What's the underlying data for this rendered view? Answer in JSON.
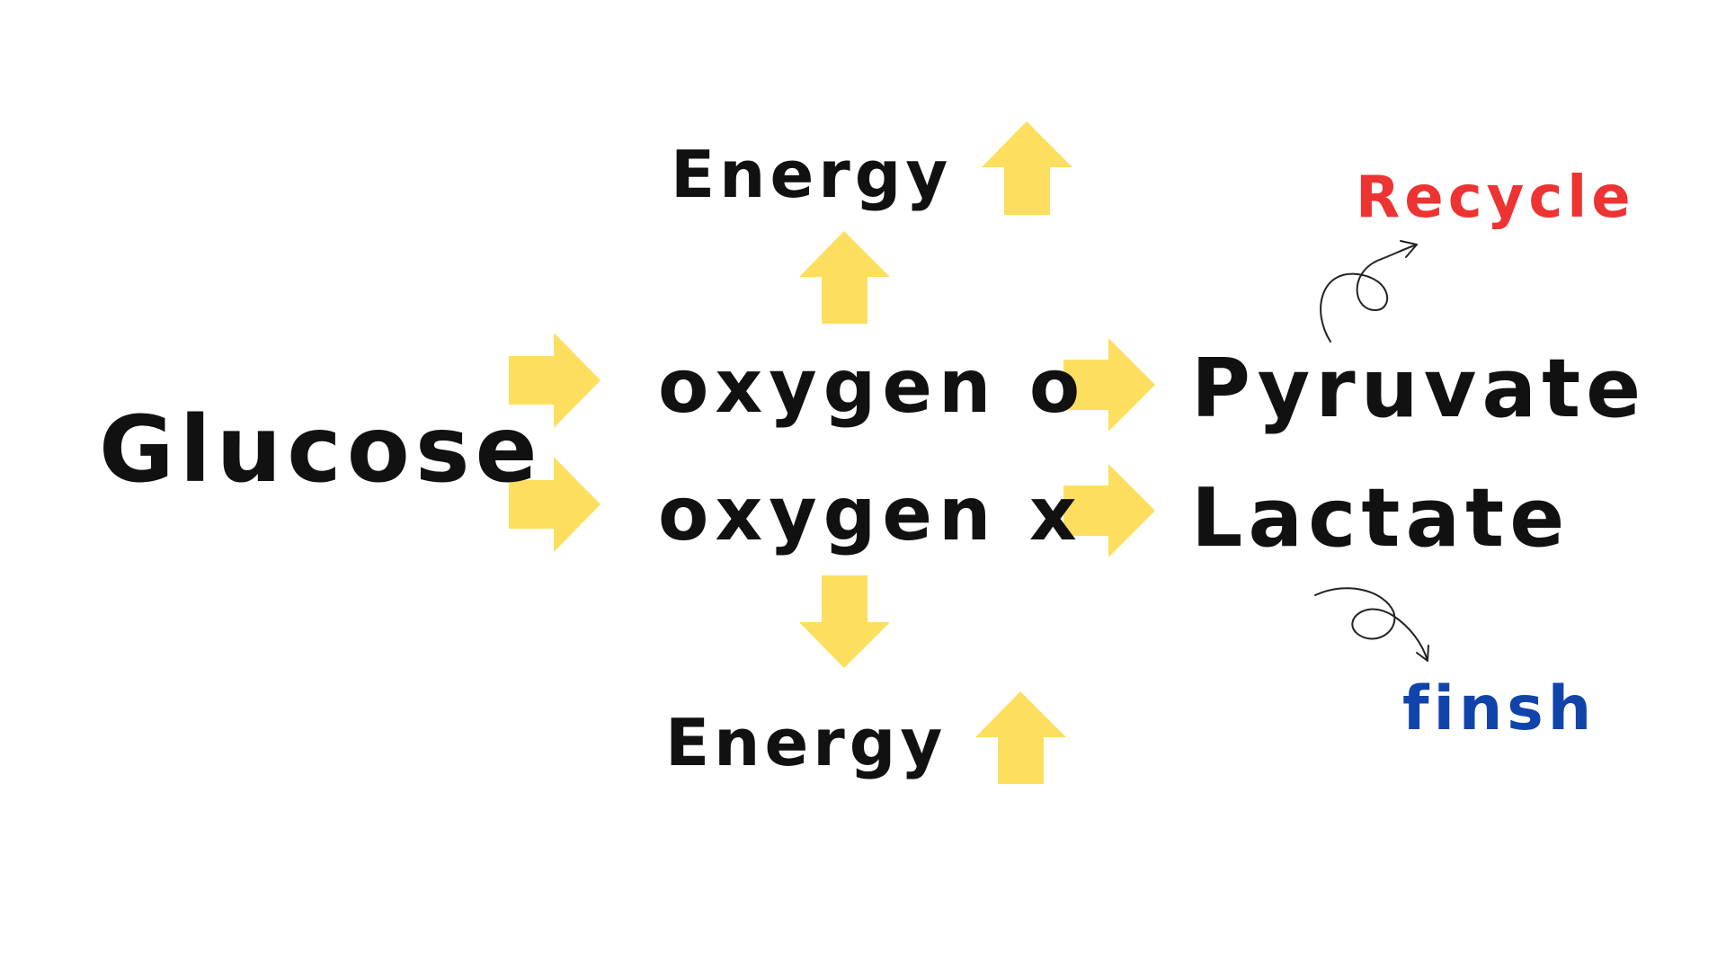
{
  "labels": {
    "glucose": "Glucose",
    "oxygen_present": "oxygen o",
    "oxygen_absent": "oxygen x",
    "pyruvate": "Pyruvate",
    "lactate": "Lactate",
    "energy_top": "Energy",
    "energy_bottom": "Energy",
    "recycle": "Recycle",
    "finish": "finsh"
  },
  "colors": {
    "arrow_fill": "#FEDE5E",
    "text_default": "#111111",
    "recycle_text": "#EE3333",
    "finish_text": "#1144AA",
    "curly_arrow_stroke": "#222222"
  },
  "icons": {
    "block_arrow": "block-arrow-icon",
    "curly_arrow": "curly-arrow-icon"
  }
}
